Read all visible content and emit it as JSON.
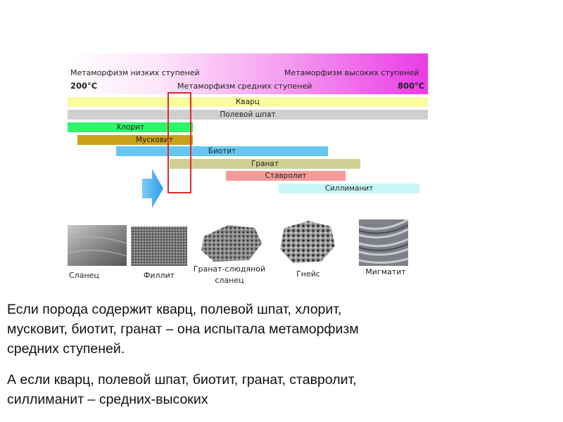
{
  "header": {
    "low_grade": "Метаморфизм низких ступеней",
    "high_grade": "Метаморфизм высоких ступеней",
    "mid_grade": "Метаморфизм средних ступеней",
    "temp_low": "200°С",
    "temp_high": "800°С"
  },
  "minerals": [
    {
      "name": "Кварц",
      "color": "#fafa9e"
    },
    {
      "name": "Полевой шпат",
      "color": "#cfcfcf"
    },
    {
      "name": "Хлорит",
      "color": "#2ef56c"
    },
    {
      "name": "Мусковит",
      "color": "#c9a21a"
    },
    {
      "name": "Биотит",
      "color": "#66c8f2"
    },
    {
      "name": "Гранат",
      "color": "#cfcf94"
    },
    {
      "name": "Ставролит",
      "color": "#f59a9a"
    },
    {
      "name": "Силлиманит",
      "color": "#c9f7f7"
    }
  ],
  "highlight_color": "#e02a2a",
  "arrow_color": "#3aa7ee",
  "rocks": [
    {
      "name": "Сланец",
      "icon": "schist-sample-image"
    },
    {
      "name": "Филлит",
      "icon": "phyllite-sample-image"
    },
    {
      "name_line1": "Гранат-слюдяной",
      "name_line2": "сланец",
      "icon": "garnet-mica-schist-sample-image"
    },
    {
      "name": "Гнейс",
      "icon": "gneiss-sample-image"
    },
    {
      "name": "Мигматит",
      "icon": "migmatite-sample-image"
    }
  ],
  "text": {
    "p1_l1": "Если порода содержит кварц, полевой шпат, хлорит,",
    "p1_l2": "мусковит, биотит, гранат – она испытала метаморфизм",
    "p1_l3": "средних ступеней.",
    "p2_l1": "А если кварц, полевой шпат, биотит, гранат, ставролит,",
    "p2_l2": "силлиманит – средних-высоких"
  }
}
